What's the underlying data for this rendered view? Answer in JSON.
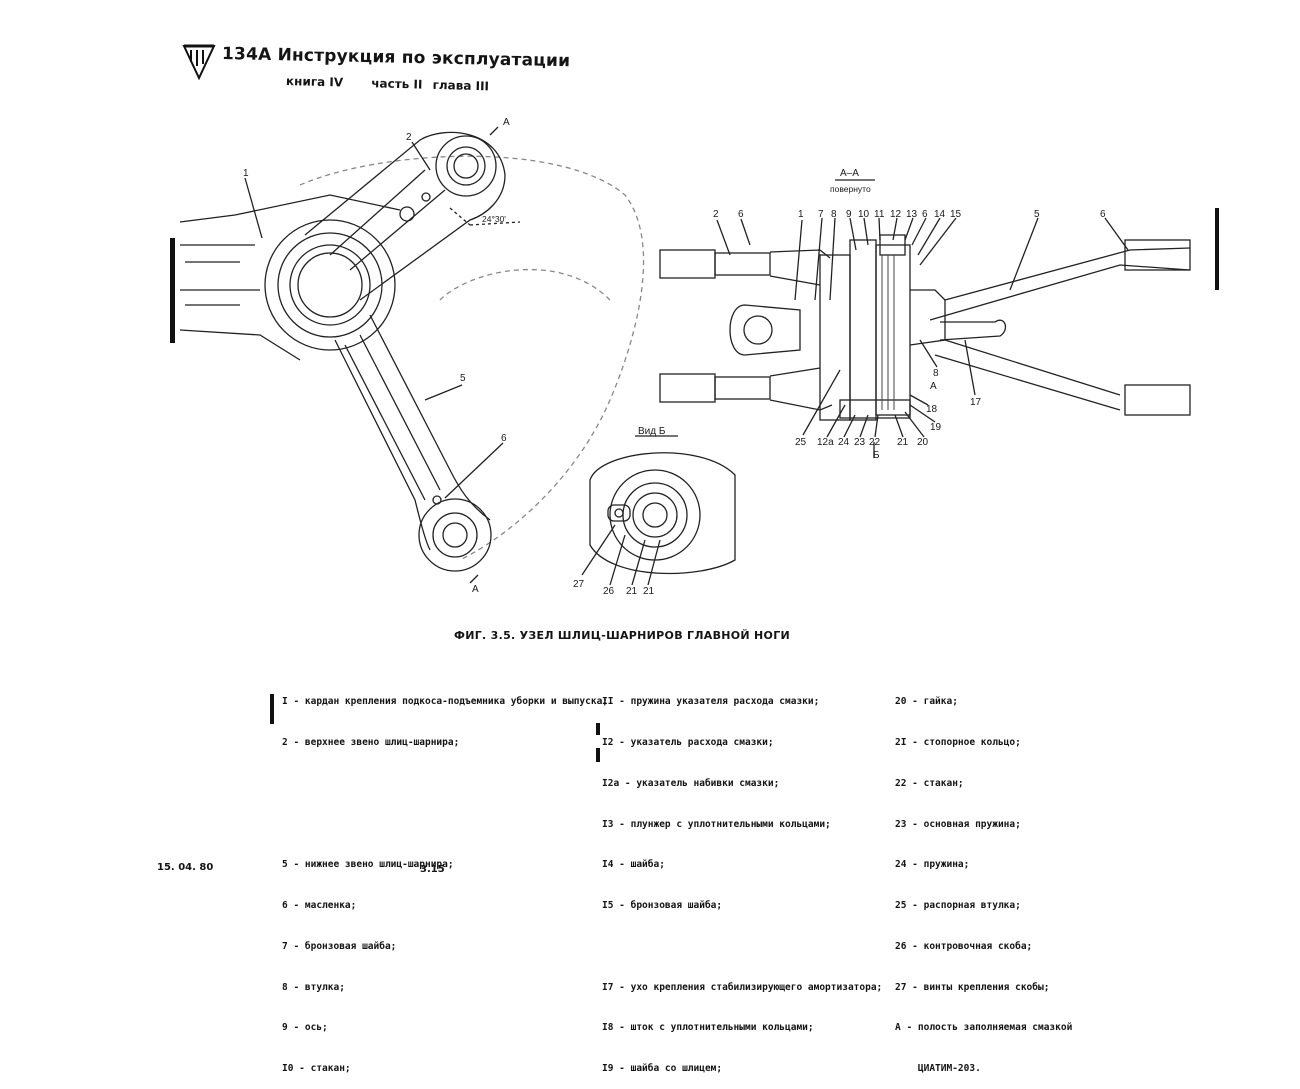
{
  "header": {
    "title": "134А Инструкция по эксплуатации",
    "book": "книга IV",
    "part": "часть II",
    "chapter": "глава III"
  },
  "figure": {
    "caption": "ФИГ. 3.5. УЗЕЛ ШЛИЦ-ШАРНИРОВ ГЛАВНОЙ НОГИ",
    "section_label": "А–А",
    "section_note": "повернуто",
    "view_label": "Вид Б",
    "angle": "24°30'",
    "cut_marks": [
      "А",
      "А",
      "Б"
    ],
    "callouts_left": [
      "1",
      "2",
      "5",
      "6"
    ],
    "callouts_section_top": [
      "2",
      "6",
      "1",
      "7",
      "8",
      "9",
      "10",
      "11",
      "12",
      "13",
      "6",
      "14",
      "15",
      "5",
      "6"
    ],
    "callouts_section_bottom": [
      "25",
      "12а",
      "24",
      "23",
      "22",
      "21",
      "20",
      "19",
      "18",
      "8",
      "А",
      "17"
    ],
    "callouts_view": [
      "27",
      "26",
      "21",
      "21"
    ]
  },
  "legend": {
    "col1": [
      "I - кардан крепления подкоса-подъемника уборки и выпуска;",
      "2 - верхнее звено шлиц-шарнира;",
      "",
      "",
      "5 - нижнее звено шлиц-шарнира;",
      "6 - масленка;",
      "7 - бронзовая шайба;",
      "8 - втулка;",
      "9 - ось;",
      "I0 - стакан;"
    ],
    "col2": [
      "II - пружина указателя расхода смазки;",
      "I2 - указатель расхода смазки;",
      "I2а - указатель набивки смазки;",
      "I3 - плунжер с уплотнительными кольцами;",
      "I4 - шайба;",
      "I5 - бронзовая шайба;",
      "",
      "I7 - ухо крепления стабилизирующего амортизатора;",
      "I8 - шток с уплотнительными кольцами;",
      "I9 - шайба со шлицем;"
    ],
    "col3": [
      "20 - гайка;",
      "2I - стопорное кольцо;",
      "22 - стакан;",
      "23 - основная пружина;",
      "24 - пружина;",
      "25 - распорная втулка;",
      "26 - контровочная скоба;",
      "27 - винты крепления скобы;",
      "А - полость заполняемая смазкой",
      "    ЦИАТИМ-203."
    ]
  },
  "footer": {
    "date": "15. 04. 80",
    "page": "3.15"
  }
}
